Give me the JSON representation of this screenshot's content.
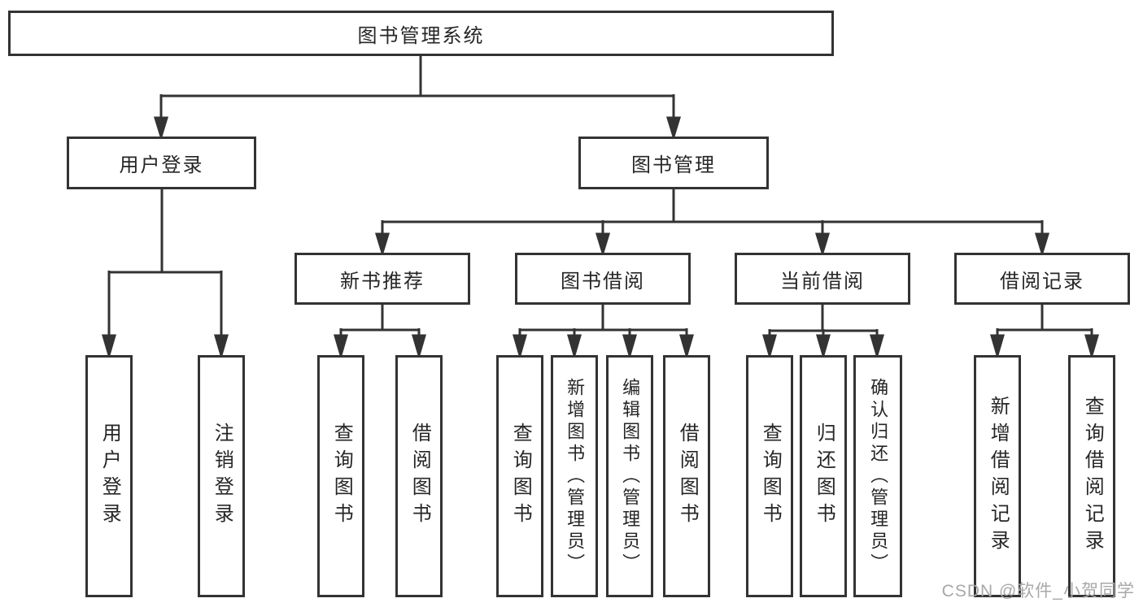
{
  "diagram_title": "图书管理系统",
  "nodes": {
    "root": {
      "label": "图书管理系统"
    },
    "user_login": {
      "label": "用户登录"
    },
    "book_mgmt": {
      "label": "图书管理"
    },
    "new_book_rec": {
      "label": "新书推荐"
    },
    "book_borrow": {
      "label": "图书借阅"
    },
    "current_borrow": {
      "label": "当前借阅"
    },
    "borrow_record": {
      "label": "借阅记录"
    },
    "leaf_user_login": {
      "label": "用户登录"
    },
    "leaf_logout": {
      "label": "注销登录"
    },
    "rec_query_book": {
      "label": "查询图书"
    },
    "rec_borrow_book": {
      "label": "借阅图书"
    },
    "bb_query_book": {
      "label": "查询图书"
    },
    "bb_add_book": {
      "label": "新增图书（管理员）"
    },
    "bb_edit_book": {
      "label": "编辑图书（管理员）"
    },
    "bb_borrow_book": {
      "label": "借阅图书"
    },
    "cb_query_book": {
      "label": "查询图书"
    },
    "cb_return_book": {
      "label": "归还图书"
    },
    "cb_confirm_return": {
      "label": "确认归还（管理员）"
    },
    "br_add_record": {
      "label": "新增借阅记录"
    },
    "br_query_record": {
      "label": "查询借阅记录"
    }
  },
  "structure": {
    "图书管理系统": {
      "用户登录": [
        "用户登录",
        "注销登录"
      ],
      "图书管理": {
        "新书推荐": [
          "查询图书",
          "借阅图书"
        ],
        "图书借阅": [
          "查询图书",
          "新增图书（管理员）",
          "编辑图书（管理员）",
          "借阅图书"
        ],
        "当前借阅": [
          "查询图书",
          "归还图书",
          "确认归还（管理员）"
        ],
        "借阅记录": [
          "新增借阅记录",
          "查询借阅记录"
        ]
      }
    }
  },
  "watermark": "CSDN @软件_小贺同学",
  "colors": {
    "line": "#333333",
    "text": "#262626",
    "background": "#ffffff",
    "watermark": "#a8a8a8"
  }
}
